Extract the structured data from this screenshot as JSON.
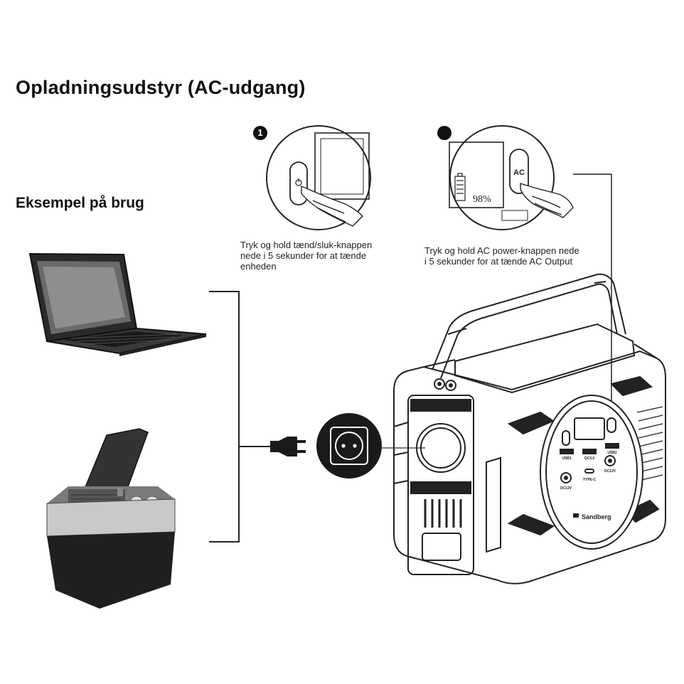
{
  "page": {
    "title": "Opladningsudstyr (AC-udgang)",
    "subtitle": "Eksempel på brug"
  },
  "steps": [
    {
      "number": "1",
      "caption_lines": [
        "Tryk og hold tænd/sluk-knappen",
        "nede i 5 sekunder for at tænde",
        "enheden"
      ]
    },
    {
      "number": "",
      "caption_lines": [
        "Tryk og hold AC power-knappen nede",
        "i 5 sekunder for at tænde AC Output"
      ]
    }
  ],
  "display": {
    "battery_percent": "98%"
  },
  "buttons": {
    "ac_label": "AC"
  },
  "device": {
    "brand": "Sandberg",
    "port_labels": {
      "usb1": "USB1",
      "qc": "QC3.0",
      "usb2": "USB2",
      "dc_left": "DC12V",
      "type_c": "TYPE-C",
      "dc_right": "DC12V"
    }
  },
  "icons": [
    "laptop-icon",
    "cooler-box-icon",
    "power-plug-icon",
    "ac-socket-icon",
    "power-station-icon",
    "hand-press-icon"
  ]
}
